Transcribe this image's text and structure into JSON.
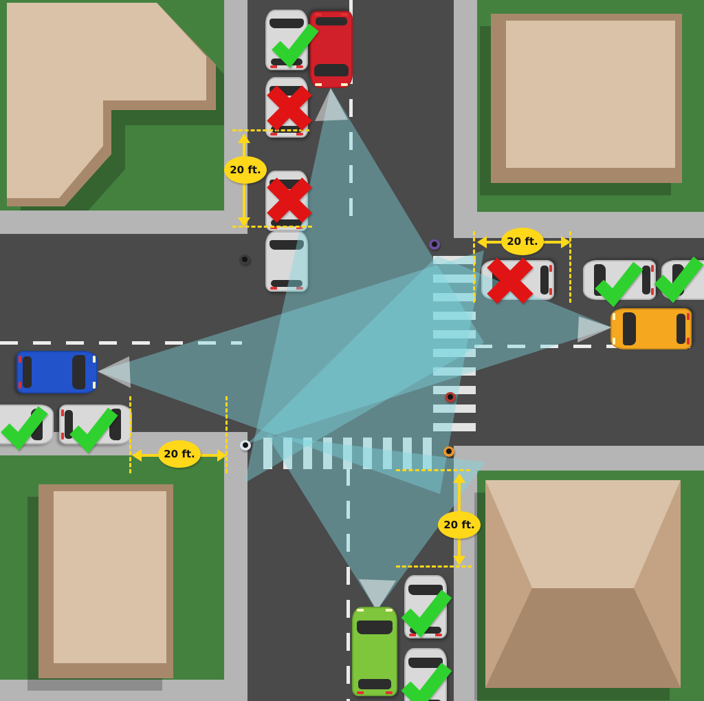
{
  "scene": {
    "title": "Intersection no-parking distance diagram",
    "annotations": [
      {
        "id": "north-approach",
        "label": "20 ft."
      },
      {
        "id": "east-approach",
        "label": "20 ft."
      },
      {
        "id": "west-approach",
        "label": "20 ft."
      },
      {
        "id": "south-approach",
        "label": "20 ft."
      }
    ],
    "marks": {
      "allowed": "green-check",
      "violation": "red-x"
    },
    "vehicles": {
      "moving": [
        {
          "id": "red-car",
          "direction": "southbound"
        },
        {
          "id": "blue-car",
          "direction": "eastbound"
        },
        {
          "id": "orange-car",
          "direction": "westbound"
        },
        {
          "id": "green-car",
          "direction": "northbound"
        }
      ],
      "parked": [
        {
          "id": "north-leg-car-1",
          "mark": "green-check"
        },
        {
          "id": "north-leg-car-2",
          "mark": "red-x"
        },
        {
          "id": "north-leg-car-3",
          "mark": "red-x"
        },
        {
          "id": "north-leg-car-4",
          "mark": null
        },
        {
          "id": "east-leg-car-1",
          "mark": "red-x"
        },
        {
          "id": "east-leg-car-2",
          "mark": "green-check"
        },
        {
          "id": "east-leg-car-3",
          "mark": "green-check"
        },
        {
          "id": "west-leg-car-1",
          "mark": "green-check"
        },
        {
          "id": "west-leg-car-2",
          "mark": "green-check"
        },
        {
          "id": "south-leg-car-1",
          "mark": "green-check"
        },
        {
          "id": "south-leg-car-2",
          "mark": "green-check"
        }
      ]
    },
    "pedestrians": 5,
    "colors": {
      "grass": "#44813f",
      "road": "#4a4a4a",
      "sidewalk": "#b5b5b5",
      "lane_line": "#ececec",
      "roof_light": "#d9c2a8",
      "roof_side": "#a8886b",
      "roof_mid": "#c3a383",
      "annotation_yellow": "#ffd81a",
      "check_green": "#2fd12f",
      "cross_red": "#e01414",
      "cone_teal": "#7ed6df",
      "car_red": "#d1202a",
      "car_blue": "#2253cb",
      "car_orange": "#f4a71f",
      "car_green": "#7fc63d",
      "car_parked": "#d9d9d9"
    }
  }
}
